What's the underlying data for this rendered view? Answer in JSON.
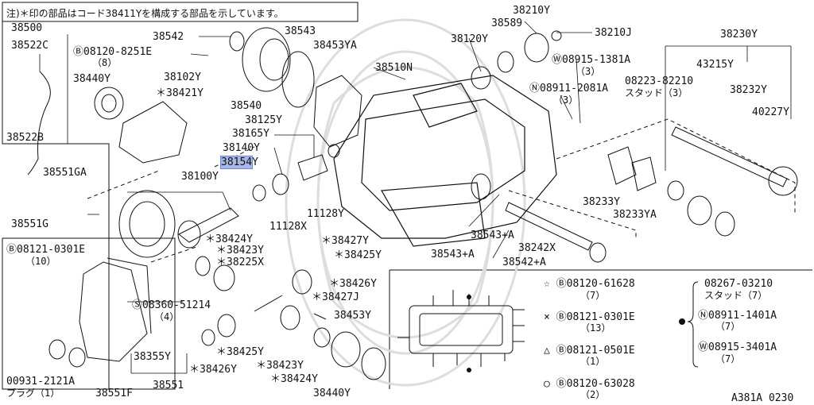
{
  "note": "注)＊印の部品はコード38411Yを構成する部品を示しています。",
  "figure_ref": "A381A 0230",
  "parts": {
    "p38210Y": "38210Y",
    "p38500": "38500",
    "p38522C": "38522C",
    "p38542": "38542",
    "p38543": "38543",
    "p08120_8251E": "Ⓑ08120-8251E",
    "q8": "（8）",
    "p38453YA": "38453YA",
    "p38589": "38589",
    "p38120Y": "38120Y",
    "p38210J": "38210J",
    "p38230Y": "38230Y",
    "p38102Y": "38102Y",
    "p38440Y_a": "38440Y",
    "p38510N": "38510N",
    "pW08915_1381A": "Ⓦ08915-1381A",
    "q3a": "（3）",
    "p43215Y": "43215Y",
    "p38421Y": "＊38421Y",
    "pN08911_2081A": "Ⓝ08911-2081A",
    "q3b": "（3）",
    "p08223_82210": "08223-82210",
    "stud3": "スタッド（3）",
    "p38232Y": "38232Y",
    "p38540": "38540",
    "p38125Y": "38125Y",
    "p40227Y": "40227Y",
    "p38165Y": "38165Y",
    "p38522B": "38522B",
    "p38140Y": "38140Y",
    "p38551GA": "38551GA",
    "p38154": "38154",
    "p38154_suffix": "Y",
    "p38100Y": "38100Y",
    "p38233Y": "38233Y",
    "p38233YA": "38233YA",
    "p11128Y": "11128Y",
    "p11128X": "11128X",
    "p38551G": "38551G",
    "p38424Y_a": "＊38424Y",
    "p38427Y_a": "＊38427Y",
    "p38543A_a": "38543+A",
    "p08121_0301E": "Ⓑ08121-0301E",
    "q10": "（10）",
    "p38423Y_a": "＊38423Y",
    "p38425Y_a": "＊38425Y",
    "p38242X": "38242X",
    "p38543A_b": "38543+A",
    "p38225X": "＊38225X",
    "p38542A": "38542+A",
    "p38426Y_a": "＊38426Y",
    "pS08360_51214": "Ⓢ08360-51214",
    "q4": "（4）",
    "p38427J": "＊38427J",
    "p38453Y": "38453Y",
    "p38425Y_b": "＊38425Y",
    "p38355Y": "38355Y",
    "p38426Y_b": "＊38426Y",
    "p38423Y_b": "＊38423Y",
    "p00931": "00931-2121A",
    "plug1": "プラグ（1）",
    "p38551": "38551",
    "p38424Y_b": "＊38424Y",
    "p38551F": "38551F",
    "p38440Y_b": "38440Y"
  },
  "legend": {
    "star_part": "☆ Ⓑ08120-61628",
    "star_qty": "（7）",
    "x_part": "× Ⓑ08121-0301E",
    "x_qty": "（13）",
    "tri_part": "△ Ⓑ08121-0501E",
    "tri_qty": "（1）",
    "circ_part": "○ Ⓑ08120-63028",
    "circ_qty": "（2）",
    "b_part1": "08267-03210",
    "b_stud": "スタッド（7）",
    "b_part2": "Ⓝ08911-1401A",
    "b_qty2": "（7）",
    "b_part3": "Ⓦ08915-3401A",
    "b_qty3": "（7）"
  }
}
